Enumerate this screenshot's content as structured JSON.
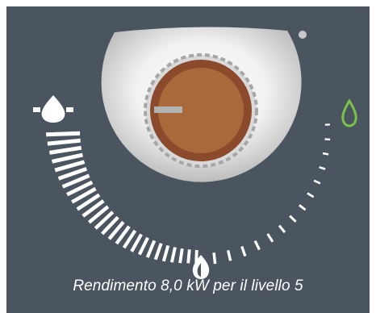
{
  "caption": "Rendimento 8,0 kW per il livello 5",
  "control": {
    "name": "power-level-knob",
    "levels": 5,
    "selected_level": 5,
    "scale_ticks_left": 26,
    "scale_ticks_right": 14
  },
  "icons": {
    "min_indicator": "large-flame-icon",
    "max_indicator": "small-flame-icon",
    "bottom_indicator": "medium-flame-icon",
    "status_dot": "dot-icon"
  },
  "colors": {
    "panel": "#4a5560",
    "dial_face": "#e0e0e0",
    "knob_outer": "#8b4a2b",
    "knob_inner": "#a86a3a",
    "knob_ring": "#a6a6a6",
    "ticks": "#ffffff",
    "max_indicator": "#7bc24a"
  }
}
